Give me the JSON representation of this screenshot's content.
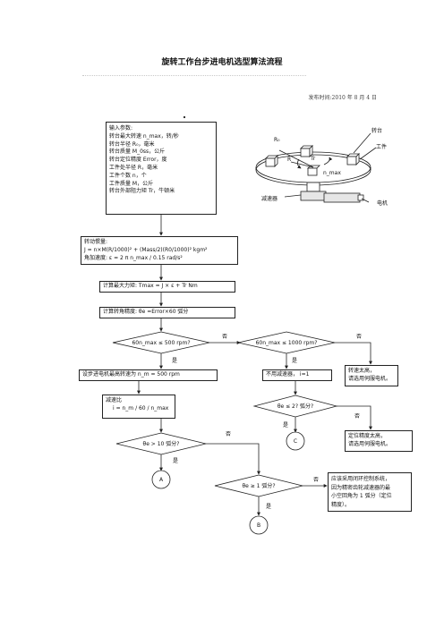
{
  "title": "旋转工作台步进电机选型算法流程",
  "publish_time": "发布时间:2010 年 8 月 4 日",
  "input_box": {
    "lines": [
      "输入参数:",
      "转台最大转速 n_max，转/秒",
      "转台半径 R₀，毫米",
      "转台质量 M_0ss，公斤",
      "转台定位精度 Error，度",
      "工件处半径 R，毫米",
      "工件个数 n，个",
      "工件质量 M，公斤",
      "转台外部阻力矩 Tr，牛顿米"
    ]
  },
  "inertia_box": {
    "lines": [
      "转动惯量:",
      "J = n×M(R/1000)² + (Mass/2)(R0/1000)²   kgm²",
      "角加速度:   ε = 2 π n_max / 0.15      rad/s²"
    ]
  },
  "torque_box": "计算最大力矩: Tmax = J × ε + Tr     Nm",
  "precision_box": "计算转角精度: θe =Error×60    弧分",
  "decision1": "60n_max ≤ 500 rpm?",
  "decision2": "60n_max ≤ 1000 rpm?",
  "decision3": "θe ≤ 2?  弧分?",
  "decision4": "θe > 10  弧分?",
  "decision5": "θe ≥ 1  弧分?",
  "set_speed_box": "设步进电机最高转速为 n_m = 500 rpm",
  "reduction_box": {
    "lines": [
      "减速比",
      "i =   n_m / 60 / n_max"
    ]
  },
  "no_reducer_box": "不用减速器， i=1",
  "too_fast_box": {
    "lines": [
      "转速太高，",
      "请选用伺服电机。"
    ]
  },
  "precision_high_box": {
    "lines": [
      "定位精度太高，",
      "请选用伺服电机。"
    ]
  },
  "closed_loop_box": {
    "lines": [
      "应该采用闭环控制系统，",
      "因为精密齿轮减速器的最",
      "小空回角为 1 弧分（定位",
      "精度）。"
    ]
  },
  "yes_label": "是",
  "no_label": "否",
  "connectors": {
    "a": "A",
    "b": "B",
    "c": "C"
  },
  "figure": {
    "label_turntable": "转台",
    "label_workpiece": "工件",
    "label_reducer": "减速器",
    "label_motor": "电机",
    "label_r0": "R₀",
    "label_r": "R",
    "label_tr": "Tr",
    "label_nmax": "n_max"
  },
  "colors": {
    "line": "#222222",
    "background": "#ffffff"
  }
}
